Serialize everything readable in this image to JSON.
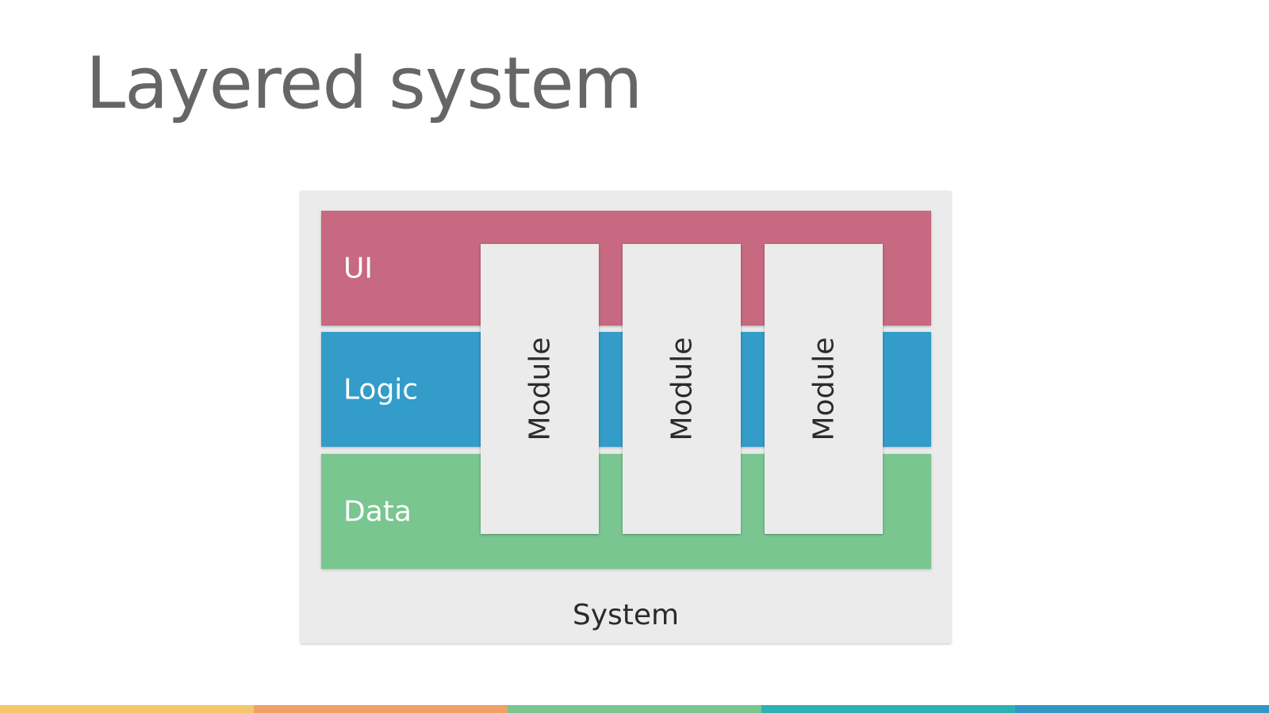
{
  "title": "Layered system",
  "diagram": {
    "system_label": "System",
    "layers": [
      {
        "label": "UI",
        "color": "#c66981"
      },
      {
        "label": "Logic",
        "color": "#339cc8"
      },
      {
        "label": "Data",
        "color": "#79c690"
      }
    ],
    "modules": [
      {
        "label": "Module"
      },
      {
        "label": "Module"
      },
      {
        "label": "Module"
      }
    ],
    "colors": {
      "system_background": "#ebebeb",
      "module_background": "#ebebeb",
      "title_text": "#666666",
      "body_text": "#2b2b2b"
    }
  },
  "bottom_bar": {
    "colors": [
      "#f5c76a",
      "#f0a165",
      "#79c690",
      "#2cb1b1",
      "#2f97c6"
    ]
  }
}
